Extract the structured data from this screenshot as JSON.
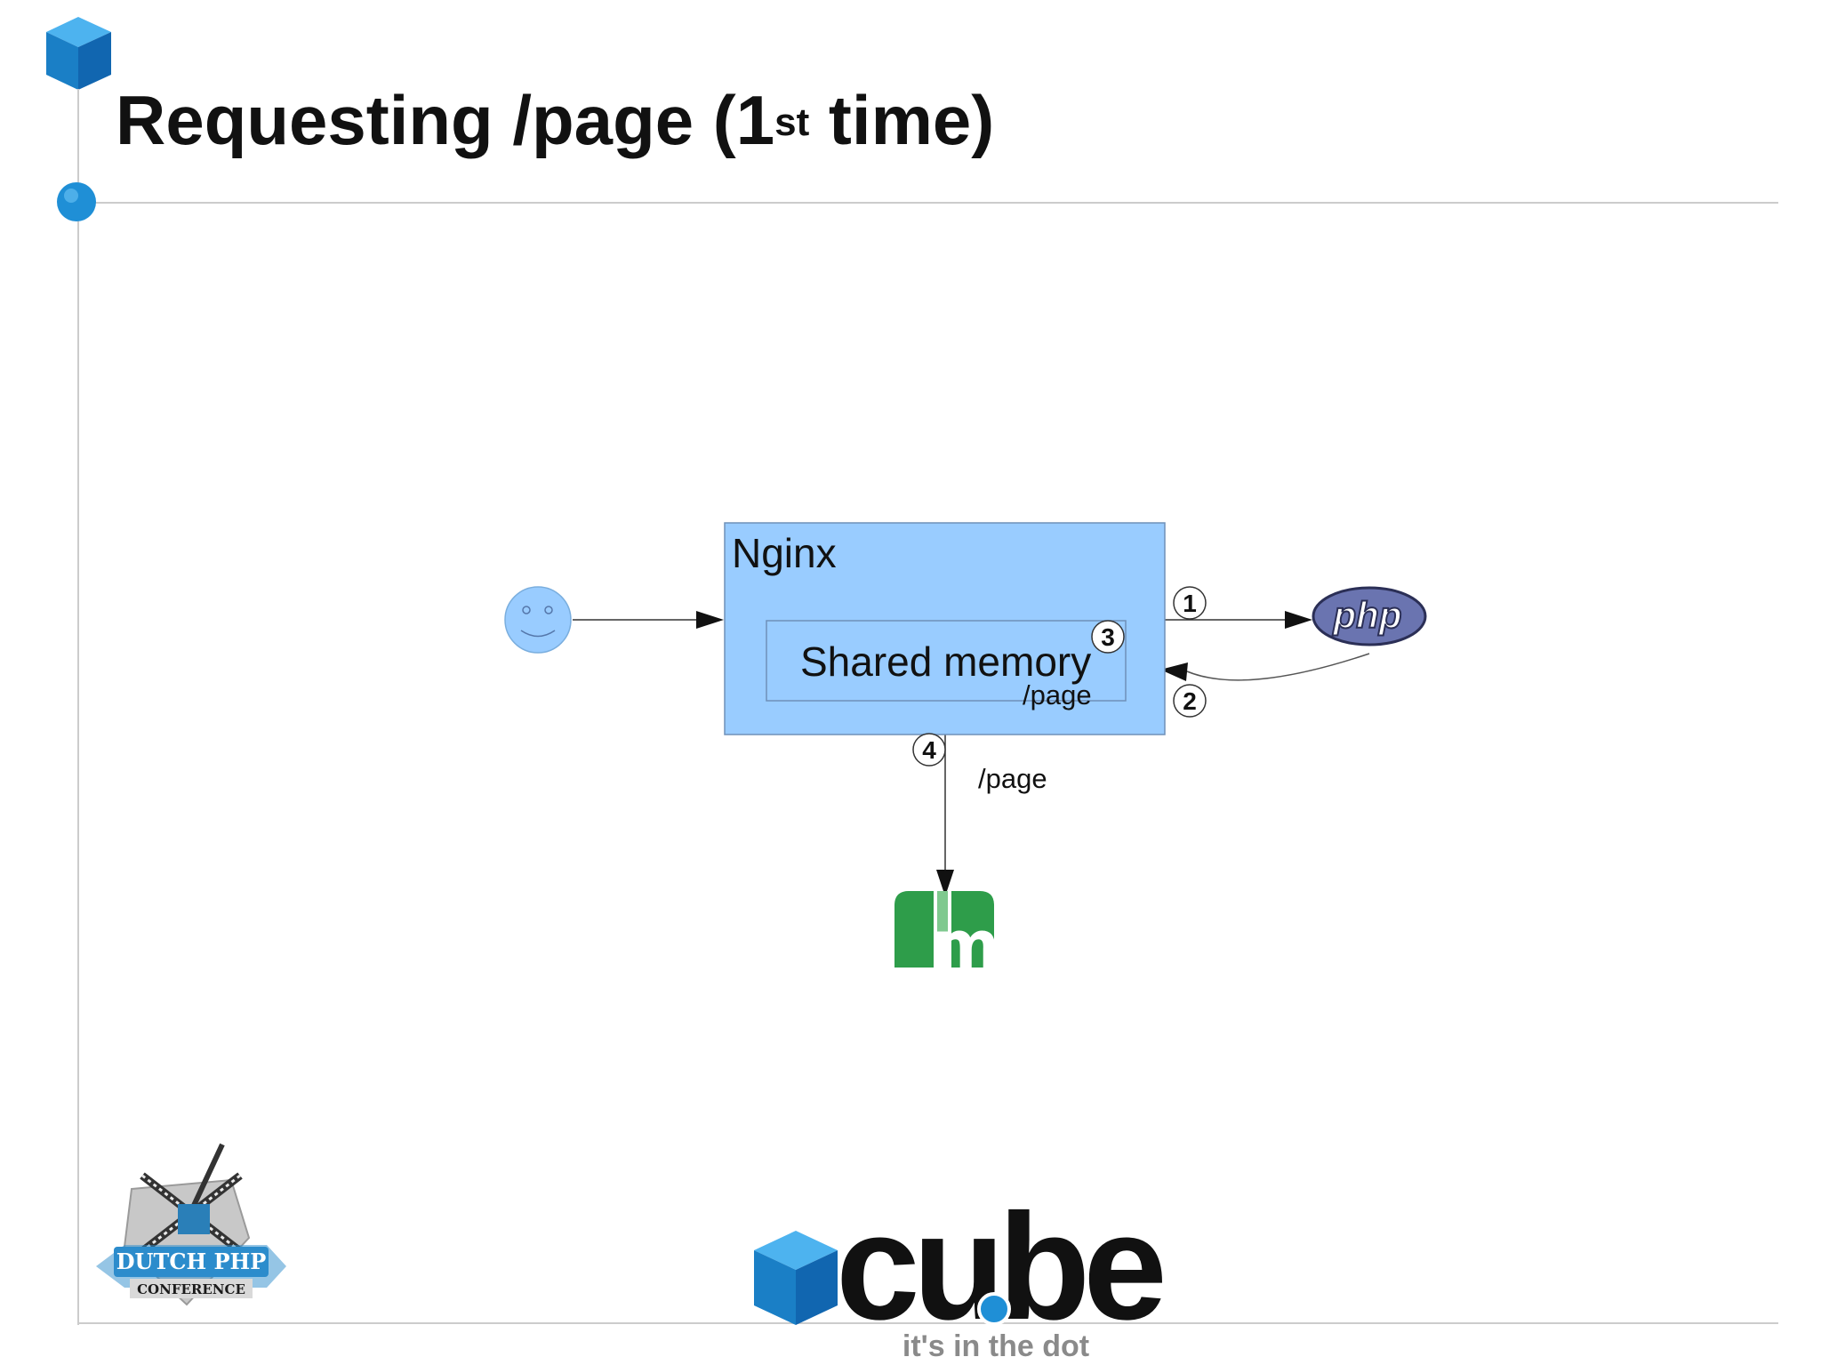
{
  "title": {
    "main": "Requesting /page (1",
    "sup": "st",
    "end": " time)"
  },
  "diagram": {
    "nginx_label": "Nginx",
    "shared_memory_label": "Shared memory",
    "shared_memory_key": "/page",
    "php_label": "php",
    "memcache_letter": "m",
    "edge_label_page": "/page",
    "steps": [
      "1",
      "2",
      "3",
      "4"
    ]
  },
  "footer": {
    "brand_word": "cube",
    "tagline": "it's in the dot",
    "conference_line1": "DUTCH PHP",
    "conference_line2": "CONFERENCE"
  },
  "colors": {
    "nginx_fill": "#99ccff",
    "shared_memory_fill": "#99ccff",
    "php_fill": "#6a74b0",
    "memcache_green": "#2e9d4a",
    "brand_blue": "#1f8fd6",
    "rule_gray": "#cccccc"
  }
}
